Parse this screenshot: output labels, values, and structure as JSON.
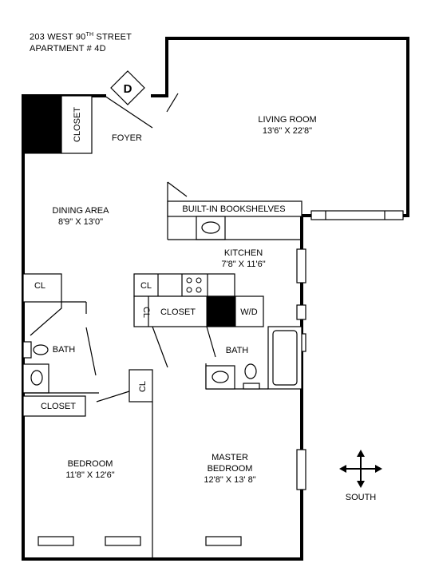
{
  "header": {
    "address_prefix": "203 WEST 90",
    "address_sup": "TH",
    "address_suffix": " STREET",
    "apartment": "APARTMENT # 4D"
  },
  "door_marker": "D",
  "rooms": {
    "living_room": {
      "name": "LIVING ROOM",
      "dims": "13'6\" X 22'8\""
    },
    "foyer": {
      "name": "FOYER"
    },
    "dining_area": {
      "name": "DINING AREA",
      "dims": "8'9\" X 13'0\""
    },
    "kitchen": {
      "name": "KITCHEN",
      "dims": "7'8\" X 11'6\""
    },
    "bedroom": {
      "name": "BEDROOM",
      "dims": "11'8\" X 12'6\""
    },
    "master_bedroom": {
      "name": "MASTER",
      "name2": "BEDROOM",
      "dims": "12'8\" X 13' 8\""
    }
  },
  "fixtures": {
    "closet_foyer": "CLOSET",
    "bookshelves": "BUILT-IN BOOKSHELVES",
    "cl_kitchen": "CL",
    "cl_left": "CL",
    "cl_hall_vertical": "CL",
    "closet_center": "CLOSET",
    "washer_dryer": "W/D",
    "bath_left": "BATH",
    "bath_right": "BATH",
    "closet_bedroom": "CLOSET",
    "cl_bedroom": "CL"
  },
  "compass": {
    "label": "SOUTH"
  }
}
